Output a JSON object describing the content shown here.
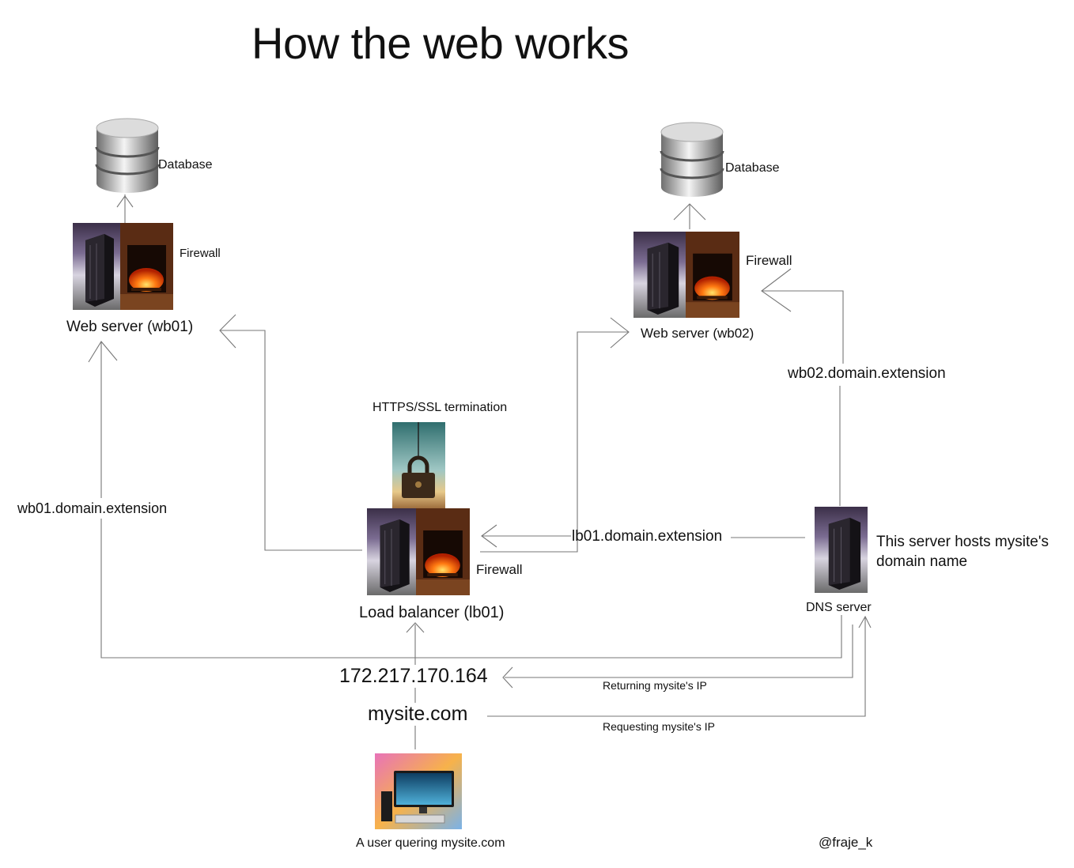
{
  "title": "How the web works",
  "nodes": {
    "db1": "Database",
    "db2": "Database",
    "fw_wb01": "Firewall",
    "fw_wb02": "Firewall",
    "fw_lb01": "Firewall",
    "wb01": "Web server (wb01)",
    "wb02": "Web server (wb02)",
    "ssl": "HTTPS/SSL termination",
    "lb01": "Load balancer (lb01)",
    "dns": "DNS server",
    "dns_note_line1": "This server hosts mysite's",
    "dns_note_line2": "domain name",
    "user": "A user quering mysite.com"
  },
  "links": {
    "wb01_domain": "wb01.domain.extension",
    "wb02_domain": "wb02.domain.extension",
    "lb01_domain": "lb01.domain.extension",
    "ip": "172.217.170.164",
    "site": "mysite.com",
    "returning": "Returning mysite's IP",
    "requesting": "Requesting mysite's IP"
  },
  "credit": "@fraje_k",
  "icons": [
    "database-icon",
    "server-rack-icon",
    "fireplace-firewall-icon",
    "padlock-icon",
    "desktop-computer-icon"
  ]
}
